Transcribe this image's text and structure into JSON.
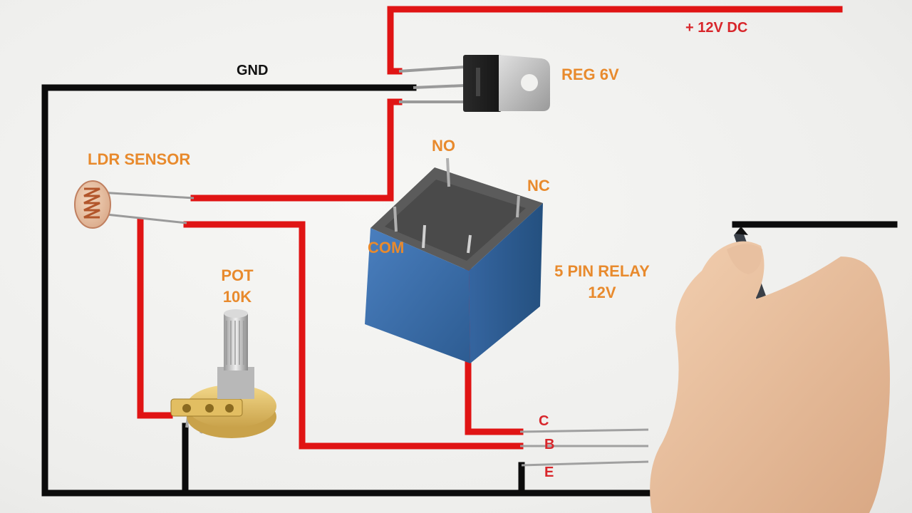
{
  "labels": {
    "gnd": "GND",
    "supply": "+ 12V DC",
    "regulator": "REG 6V",
    "ldr": "LDR SENSOR",
    "no": "NO",
    "nc": "NC",
    "com": "COM",
    "relay_line1": "5 PIN RELAY",
    "relay_line2": "12V",
    "pot_line1": "POT",
    "pot_line2": "10K",
    "collector": "C",
    "base": "B",
    "emitter": "E"
  },
  "colors": {
    "wire_positive": "#e01414",
    "wire_ground": "#0c0c0c",
    "component_label": "#e88a2d",
    "terminal_label": "#d8262b",
    "relay_body": "#3d6fa8"
  }
}
